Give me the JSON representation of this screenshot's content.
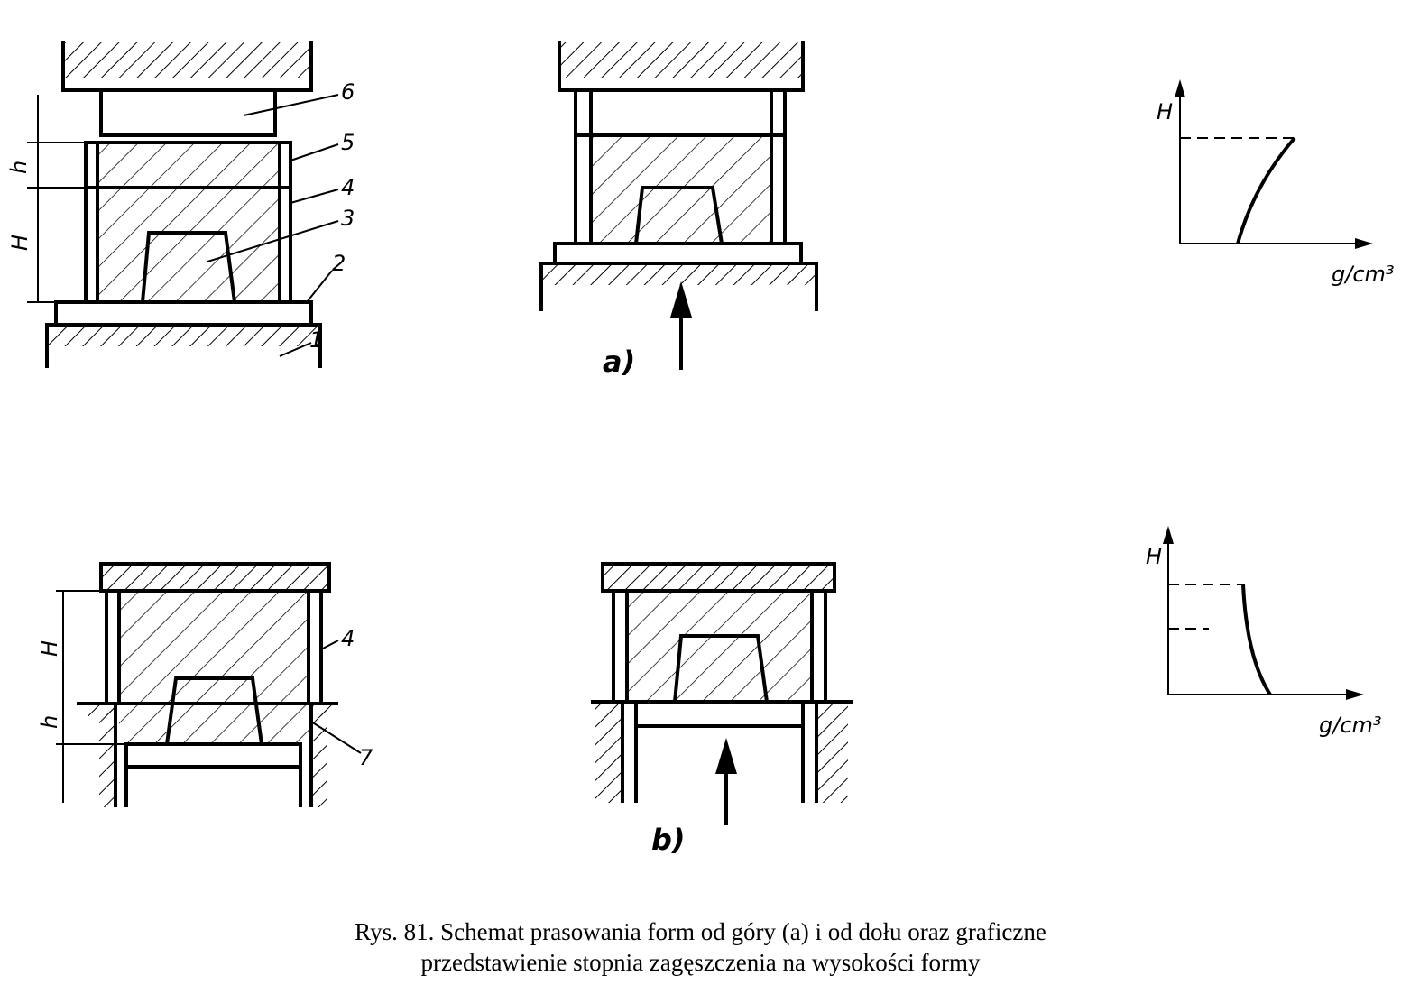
{
  "figure": {
    "labels": {
      "n1": "1",
      "n2": "2",
      "n3": "3",
      "n4": "4",
      "n5": "5",
      "n6": "6",
      "n7": "7",
      "h": "h",
      "H": "H"
    },
    "part_a": "a)",
    "part_b": "b)",
    "graph_a": {
      "y_label": "H",
      "x_label": "g/cm³"
    },
    "graph_b": {
      "y_label": "H",
      "x_label": "g/cm³"
    }
  },
  "caption": {
    "line1": "Rys. 81. Schemat prasowania form od góry (a) i od dołu oraz graficzne",
    "line2": "przedstawienie stopnia zagęszczenia na wysokości formy"
  }
}
